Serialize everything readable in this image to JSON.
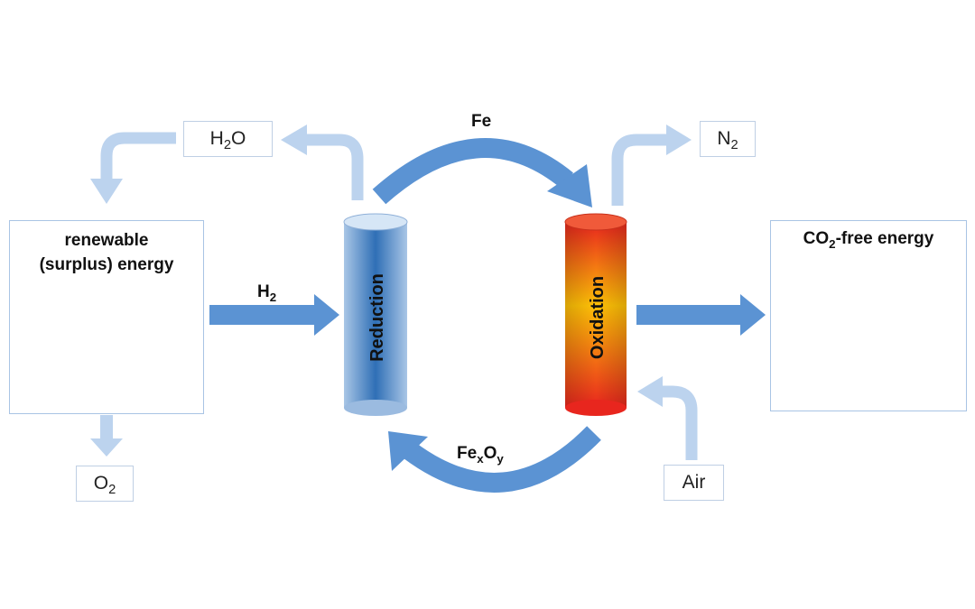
{
  "source_box": {
    "line1": "renewable",
    "line2": "(surplus) energy"
  },
  "output_box": {
    "prefix": "CO",
    "sub": "2",
    "suffix": "-free energy"
  },
  "reactor_reduction": {
    "label": "Reduction"
  },
  "reactor_oxidation": {
    "label": "Oxidation"
  },
  "labels": {
    "h2o": {
      "pre": "H",
      "sub": "2",
      "post": "O"
    },
    "n2": {
      "pre": "N",
      "sub": "2"
    },
    "o2": {
      "pre": "O",
      "sub": "2"
    },
    "air": "Air",
    "fe": "Fe",
    "h2": {
      "pre": "H",
      "sub": "2"
    },
    "fexoy": {
      "pre": "Fe",
      "sub1": "x",
      "mid": "O",
      "sub2": "y"
    }
  },
  "colors": {
    "arrow_main": "#5b93d3",
    "arrow_light": "#bcd3ee",
    "box_border": "#a9c4e4",
    "plug": "#22b04a",
    "factory": "#8c8c8c"
  }
}
